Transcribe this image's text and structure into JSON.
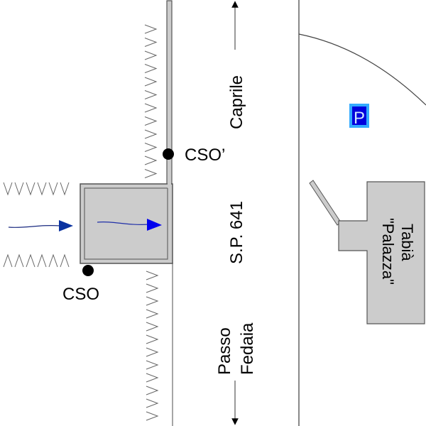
{
  "labels": {
    "cso_upper": "CSO’",
    "cso_lower": "CSO",
    "road_name": "S.P. 641",
    "direction_north": "Caprile",
    "direction_south_line1": "Passo",
    "direction_south_line2": "Fedaia",
    "building_line1": "Tabià",
    "building_line2": "\"Palazza\"",
    "parking": "P"
  },
  "colors": {
    "structure_fill": "#cccccc",
    "structure_stroke": "#555555",
    "flow_arrow": "#0000cc",
    "parking_bg": "#0000dd",
    "parking_border": "#33aaff",
    "line": "#888888",
    "vegetation": "#666666"
  }
}
